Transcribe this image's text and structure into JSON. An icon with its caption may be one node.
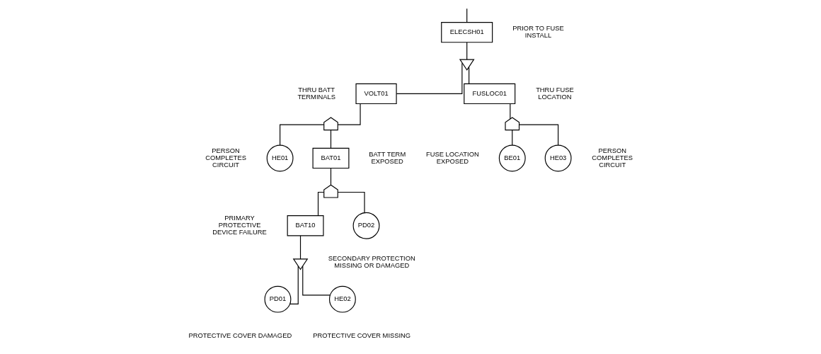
{
  "diagram": {
    "nodes": [
      {
        "text": [
          "ELECSH01"
        ],
        "beside": [
          "PRIOR TO FUSE INSTALL"
        ]
      },
      {
        "text": [],
        "shape": "or-gate"
      },
      {
        "text": [
          "VOLT01"
        ],
        "beside": [
          "THRU BATT TERMINALS"
        ]
      },
      {
        "text": [],
        "shape": "and-gate"
      },
      {
        "text": [
          "HE01"
        ],
        "beside": [
          "PERSON COMPLETES CIRCUIT"
        ]
      },
      {
        "text": [
          "BAT01"
        ],
        "beside": [
          "BATT TERM EXPOSED"
        ]
      },
      {
        "text": [],
        "shape": "and-gate"
      },
      {
        "text": [
          "BAT10"
        ],
        "beside": [
          "PRIMARY PROTECTIVE DEVICE FAILURE"
        ]
      },
      {
        "text": [],
        "shape": "or-gate"
      },
      {
        "text": [
          "PD01"
        ],
        "beside": [
          "PROTECTIVE COVER DAMAGED"
        ]
      },
      {
        "text": [
          "HE02"
        ],
        "beside": [
          "PROTECTIVE COVER MISSING"
        ]
      },
      {
        "text": [
          "PD02"
        ],
        "beside": [
          "SECONDARY PROTECTION MISSING OR DAMAGED"
        ]
      },
      {
        "text": [
          "FUSLOC01"
        ],
        "beside": [
          "THRU FUSE LOCATION"
        ]
      },
      {
        "text": [],
        "shape": "and-gate"
      },
      {
        "text": [
          "BE01"
        ],
        "beside": [
          "FUSE LOCATION EXPOSED"
        ]
      },
      {
        "text": [
          "HE03"
        ],
        "beside": [
          "PERSON COMPLETES CIRCUIT"
        ]
      }
    ],
    "edges": [
      {
        "from": null,
        "to": 0,
        "arrow": "none"
      },
      {
        "from": 0,
        "to": 1,
        "arrow": "none"
      },
      {
        "from": 1,
        "to": 2,
        "arrow": "none"
      },
      {
        "from": 1,
        "to": 12,
        "arrow": "none"
      },
      {
        "from": 2,
        "to": 3,
        "arrow": "none"
      },
      {
        "from": 3,
        "to": 4,
        "arrow": "none"
      },
      {
        "from": 3,
        "to": 5,
        "arrow": "none"
      },
      {
        "from": 5,
        "to": 6,
        "arrow": "none"
      },
      {
        "from": 6,
        "to": 7,
        "arrow": "none"
      },
      {
        "from": 6,
        "to": 11,
        "arrow": "none"
      },
      {
        "from": 7,
        "to": 8,
        "arrow": "none"
      },
      {
        "from": 8,
        "to": 9,
        "arrow": "none"
      },
      {
        "from": 8,
        "to": 10,
        "arrow": "none"
      },
      {
        "from": 12,
        "to": 13,
        "arrow": "none"
      },
      {
        "from": 13,
        "to": 14,
        "arrow": "none"
      },
      {
        "from": 13,
        "to": 15,
        "arrow": "none"
      }
    ]
  }
}
